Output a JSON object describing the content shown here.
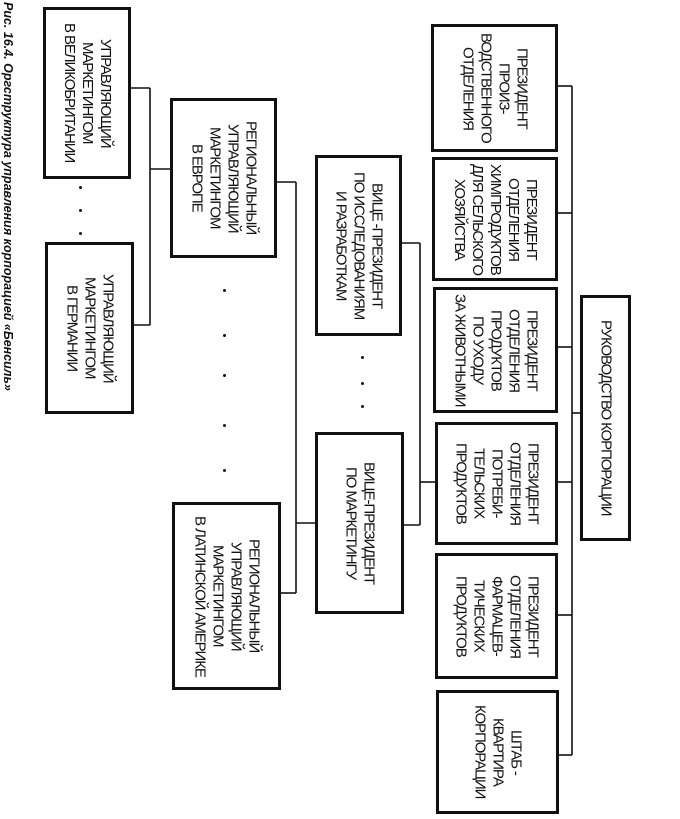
{
  "caption": "Рис. 16.4. Оргструктура управления корпорацией «Бенсиль»",
  "boxes": {
    "root": [
      "РУКОВОДСТВО КОРПОРАЦИИ"
    ],
    "president_production": [
      "ПРЕЗИДЕНТ",
      "ПРОИЗ-",
      "ВОДСТВЕННОГО",
      "ОТДЕЛЕНИЯ"
    ],
    "president_agrochem": [
      "ПРЕЗИДЕНТ",
      "ОТДЕЛЕНИЯ",
      "ХИМПРОДУКТОВ",
      "ДЛЯ СЕЛЬСКОГО",
      "ХОЗЯЙСТВА"
    ],
    "president_animal_care": [
      "ПРЕЗИДЕНТ",
      "ОТДЕЛЕНИЯ",
      "ПРОДУКТОВ",
      "ПО УХОДУ",
      "ЗА ЖИВОТНЫМИ"
    ],
    "president_consumer": [
      "ПРЕЗИДЕНТ",
      "ОТДЕЛЕНИЯ",
      "ПОТРЕБИ-",
      "ТЕЛЬСКИХ",
      "ПРОДУКТОВ"
    ],
    "president_pharma": [
      "ПРЕЗИДЕНТ",
      "ОТДЕЛЕНИЯ",
      "ФАРМАЦЕВ-",
      "ТИЧЕСКИХ",
      "ПРОДУКТОВ"
    ],
    "headquarters": [
      "ШТАБ -",
      "КВАРТИРА",
      "КОРПОРАЦИИ"
    ],
    "vp_rnd": [
      "ВИЦЕ -ПРЕЗИДЕНТ",
      "ПО ИССЛЕДОВАНИЯМ",
      "И РАЗРАБОТКАМ"
    ],
    "vp_marketing": [
      "ВИЦЕ-ПРЕЗИДЕНТ",
      "ПО МАРКЕТИНГУ"
    ],
    "regional_europe": [
      "РЕГИОНАЛЬНЫЙ",
      "УПРАВЛЯЮЩИЙ",
      "МАРКЕТИНГОМ",
      "В ЕВРОПЕ"
    ],
    "regional_latam": [
      "РЕГИОНАЛЬНЫЙ",
      "УПРАВЛЯЮЩИЙ",
      "МАРКЕТИНГОМ",
      "В ЛАТИНСКОЙ АМЕРИКЕ"
    ],
    "manager_uk": [
      "УПРАВЛЯЮЩИЙ",
      "МАРКЕТИНГОМ",
      "В ВЕЛИКОБРИТАНИИ"
    ],
    "manager_germany": [
      "УПРАВЛЯЮЩИЙ",
      "МАРКЕТИНГОМ",
      "В ГЕРМАНИИ"
    ]
  }
}
